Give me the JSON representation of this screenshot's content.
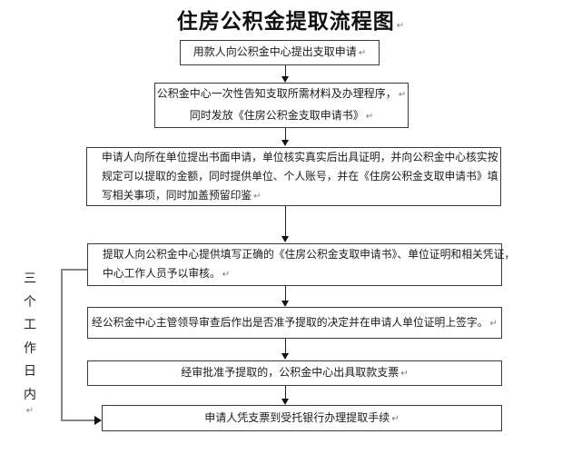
{
  "title": {
    "text": "住房公积金提取流程图"
  },
  "marks": {
    "return": "↵"
  },
  "side_label": {
    "text": "三个工作日内",
    "chars": [
      "三",
      "个",
      "工",
      "作",
      "日",
      "内"
    ]
  },
  "flow": {
    "steps": [
      {
        "name": "submit-application",
        "lines": [
          "用款人向公积金中心提出支取申请"
        ]
      },
      {
        "name": "center-notify-materials",
        "lines": [
          "公积金中心一次性告知支取所需材料及办理程序，",
          "同时发放《住房公积金支取申请书》"
        ]
      },
      {
        "name": "employer-written-application",
        "lines": [
          "申请人向所在单位提出书面申请，单位核实真实后出具证明，并向公积金中心核实按",
          "规定可以提取的金额，同时提供单位、个人账号，并在《住房公积金支取申请书》填",
          "写相关事项，同时加盖预留印鉴"
        ]
      },
      {
        "name": "center-staff-review",
        "lines": [
          "提取人向公积金中心提供填写正确的《住房公积金支取申请书》、单位证明和相关凭证，",
          "中心工作人员予以审核。"
        ]
      },
      {
        "name": "leader-approval-decision",
        "lines": [
          "经公积金中心主管领导审查后作出是否准予提取的决定并在申请人单位证明上签字。"
        ]
      },
      {
        "name": "issue-withdrawal-cheque",
        "lines": [
          "经审批准予提取的，公积金中心出具取款支票"
        ]
      },
      {
        "name": "bank-handle-withdrawal",
        "lines": [
          "申请人凭支票到受托银行办理提取手续"
        ]
      }
    ]
  }
}
